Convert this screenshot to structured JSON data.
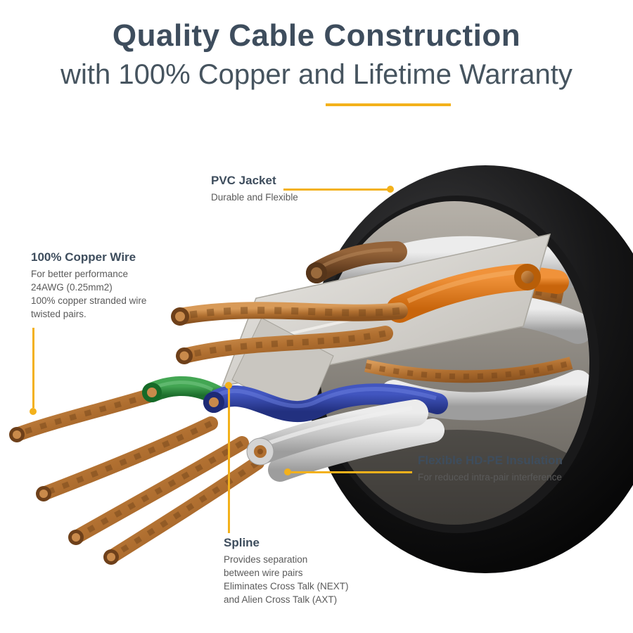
{
  "header": {
    "title": "Quality Cable Construction",
    "subtitle": "with 100% Copper and Lifetime Warranty"
  },
  "callouts": {
    "pvc_jacket": {
      "title": "PVC Jacket",
      "description": "Durable and Flexible"
    },
    "copper_wire": {
      "title": "100% Copper Wire",
      "lines": [
        "For better performance",
        "24AWG (0.25mm2)",
        "100% copper stranded wire",
        "twisted pairs."
      ]
    },
    "insulation": {
      "title": "Flexible HD-PE Insulation",
      "description": "For reduced intra-pair interference"
    },
    "spline": {
      "title": "Spline",
      "lines": [
        "Provides separation",
        "between wire pairs",
        "Eliminates Cross Talk (NEXT)",
        "and Alien Cross Talk (AXT)"
      ]
    }
  },
  "colors": {
    "accent_yellow": "#F3B11B",
    "heading_slate": "#3E4D5D",
    "body_gray": "#5A5A5A",
    "jacket_black": "#141414",
    "copper": "#B06F30",
    "insulation_silver": "#C6C6C6",
    "wire_orange": "#E07B1A",
    "wire_blue": "#2F46A8",
    "wire_green": "#2F9440",
    "wire_brown": "#7C4C28",
    "spline_gray": "#D6D3CD"
  }
}
